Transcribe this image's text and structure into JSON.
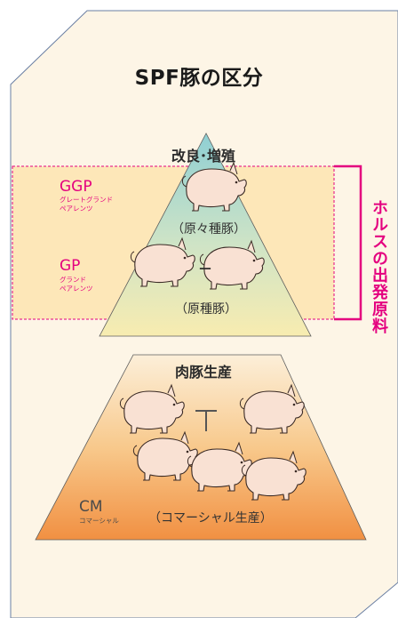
{
  "title": "SPF豚の区分",
  "upper": {
    "heading": "改良･増殖",
    "ggp": {
      "code": "GGP",
      "sub": "グレートグランド\nペアレンツ",
      "desc": "（原々種豚）"
    },
    "gp": {
      "code": "GP",
      "sub": "グランド\nペアレンツ",
      "desc": "（原種豚）"
    },
    "cross_mark": "－"
  },
  "bracket_label": "ホルスの出発原料",
  "lower": {
    "heading": "肉豚生産",
    "cm": {
      "code": "CM",
      "sub": "コマーシャル",
      "desc": "（コマーシャル生産）"
    },
    "cross_mark": "T"
  },
  "colors": {
    "accent": "#e4007f",
    "panel": "#fdf5e6",
    "upper_box": "#fde7b8",
    "tri_top": "#8fcfd3",
    "tri_bottom": "#f7eaa9",
    "trap_top": "#fbe9cd",
    "trap_bottom": "#f1943f"
  },
  "icons": [
    "pig-icon"
  ]
}
